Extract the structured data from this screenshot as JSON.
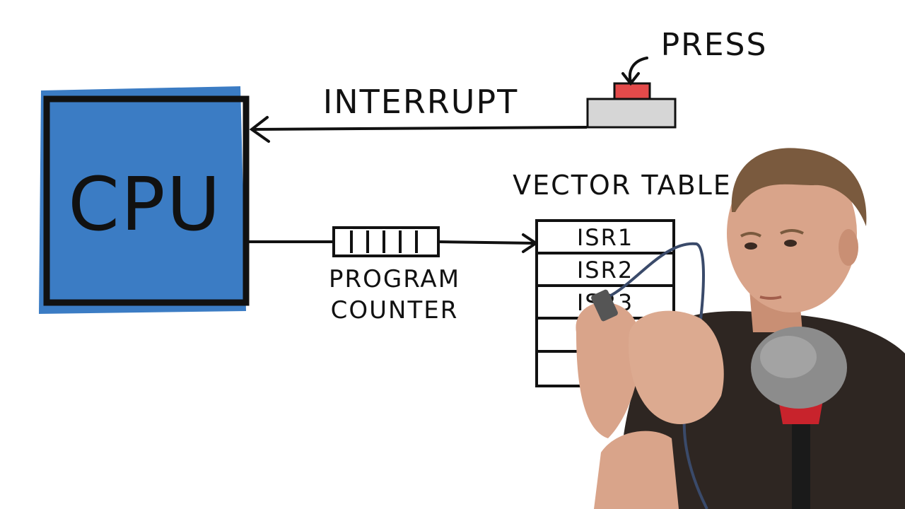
{
  "diagram": {
    "cpu_label": "CPU",
    "interrupt_label": "INTERRUPT",
    "press_label": "PRESS",
    "vector_table_title": "VECTOR TABLE",
    "program_counter_line1": "PROGRAM",
    "program_counter_line2": "COUNTER",
    "vector_table_rows": [
      "ISR1",
      "ISR2",
      "ISR3",
      "",
      ""
    ]
  },
  "colors": {
    "cpu_fill": "#3b7cc4",
    "ink": "#111111",
    "button_cap": "#e34a4a",
    "button_base": "#d6d6d6",
    "shirt": "#2e2622",
    "skin": "#d9a48a",
    "hair": "#7a5a3e",
    "mic_foam": "#8c8c8c",
    "mic_mount": "#c8232c"
  },
  "icons": {
    "button": "push-button-icon",
    "press_arrow": "curved-arrow-icon",
    "microphone": "microphone-icon"
  }
}
